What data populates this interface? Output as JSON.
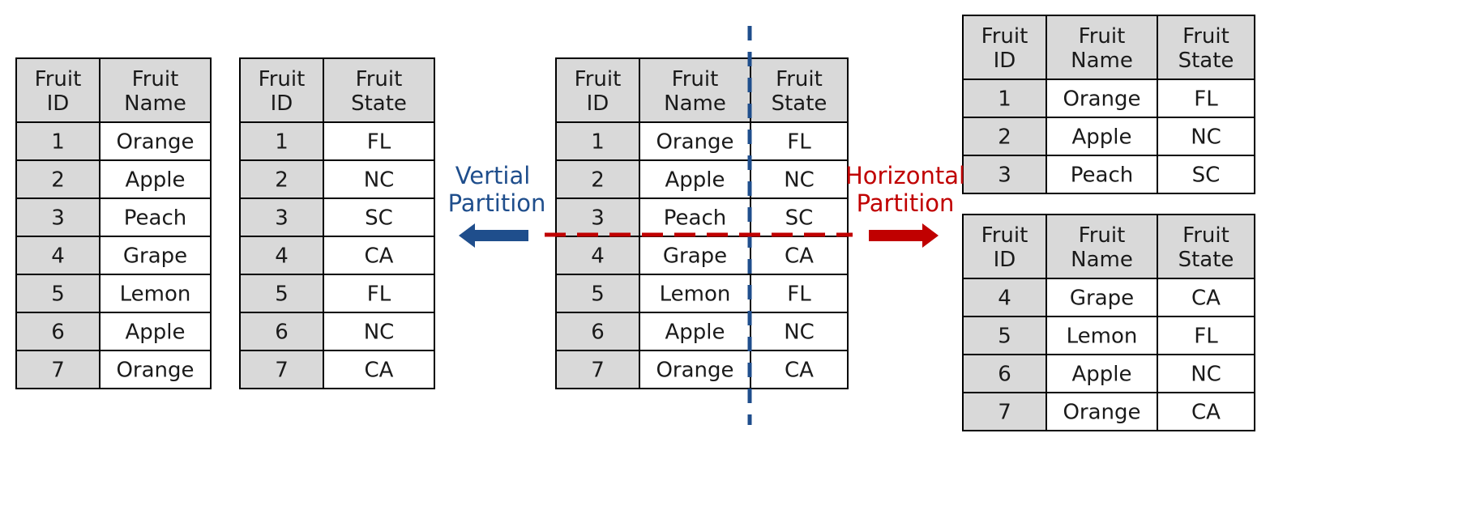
{
  "headers": {
    "fruit_id": [
      "Fruit",
      "ID"
    ],
    "fruit_name": [
      "Fruit",
      "Name"
    ],
    "fruit_state": [
      "Fruit",
      "State"
    ]
  },
  "source_table": {
    "rows": [
      [
        "1",
        "Orange",
        "FL"
      ],
      [
        "2",
        "Apple",
        "NC"
      ],
      [
        "3",
        "Peach",
        "SC"
      ],
      [
        "4",
        "Grape",
        "CA"
      ],
      [
        "5",
        "Lemon",
        "FL"
      ],
      [
        "6",
        "Apple",
        "NC"
      ],
      [
        "7",
        "Orange",
        "CA"
      ]
    ]
  },
  "vertical_partition": {
    "label": [
      "Vertial",
      "Partition"
    ],
    "color": "#1f4e8c",
    "table_a": {
      "rows": [
        [
          "1",
          "Orange"
        ],
        [
          "2",
          "Apple"
        ],
        [
          "3",
          "Peach"
        ],
        [
          "4",
          "Grape"
        ],
        [
          "5",
          "Lemon"
        ],
        [
          "6",
          "Apple"
        ],
        [
          "7",
          "Orange"
        ]
      ]
    },
    "table_b": {
      "rows": [
        [
          "1",
          "FL"
        ],
        [
          "2",
          "NC"
        ],
        [
          "3",
          "SC"
        ],
        [
          "4",
          "CA"
        ],
        [
          "5",
          "FL"
        ],
        [
          "6",
          "NC"
        ],
        [
          "7",
          "CA"
        ]
      ]
    }
  },
  "horizontal_partition": {
    "label": [
      "Horizontal",
      "Partition"
    ],
    "color": "#c00000",
    "table_top": {
      "rows": [
        [
          "1",
          "Orange",
          "FL"
        ],
        [
          "2",
          "Apple",
          "NC"
        ],
        [
          "3",
          "Peach",
          "SC"
        ]
      ]
    },
    "table_bottom": {
      "rows": [
        [
          "4",
          "Grape",
          "CA"
        ],
        [
          "5",
          "Lemon",
          "FL"
        ],
        [
          "6",
          "Apple",
          "NC"
        ],
        [
          "7",
          "Orange",
          "CA"
        ]
      ]
    }
  },
  "colors": {
    "header_fill": "#d9d9d9",
    "id_fill": "#d9d9d9",
    "cell_fill": "#ffffff",
    "border": "#000000"
  }
}
